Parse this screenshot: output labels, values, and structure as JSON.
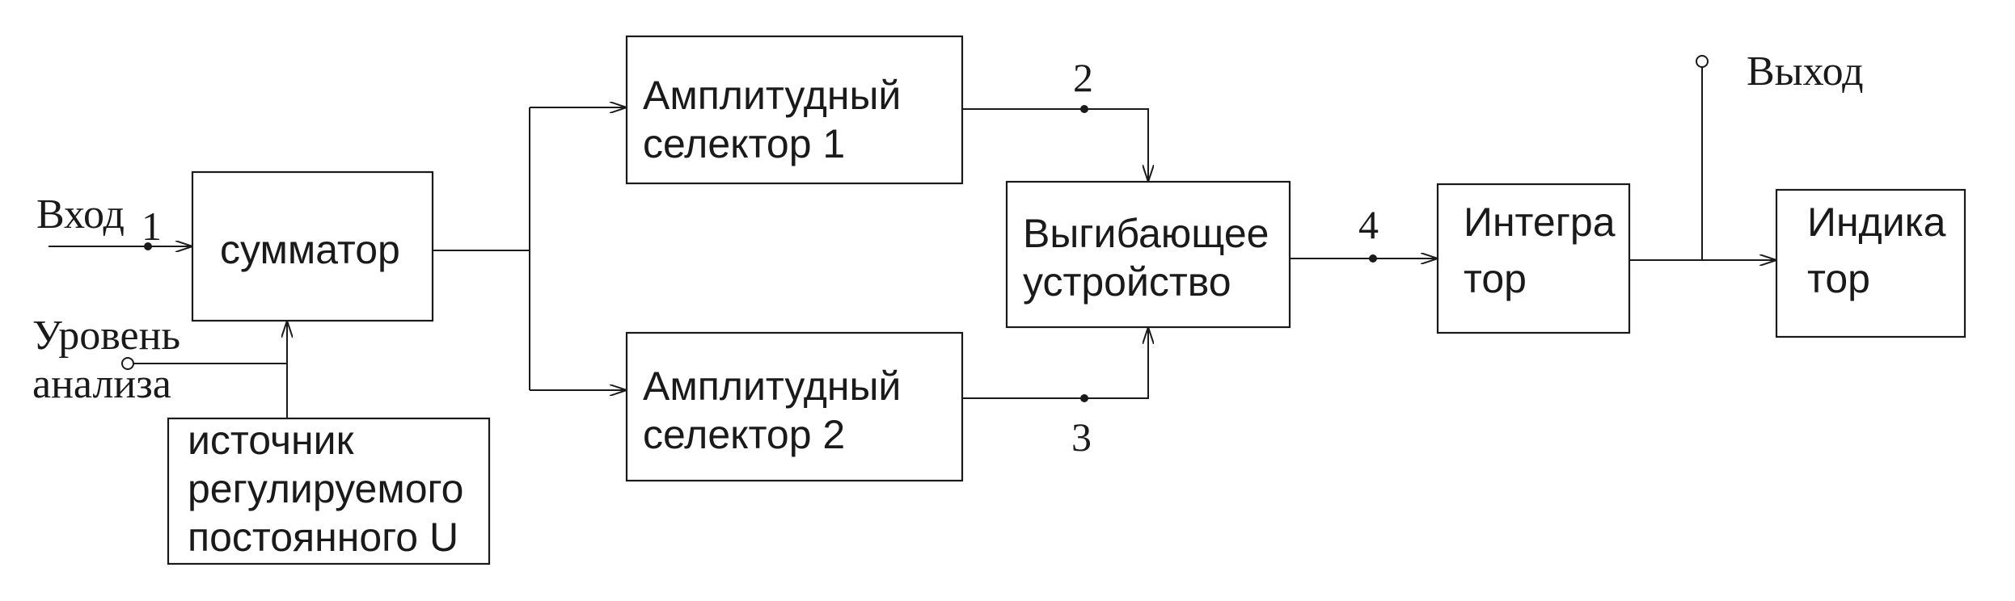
{
  "blocks": {
    "summator": "сумматор",
    "selector1": {
      "line1": "Амплитудный",
      "line2": "селектор 1"
    },
    "selector2": {
      "line1": "Амплитудный",
      "line2": "селектор 2"
    },
    "bending": {
      "line1": "Выгибающее",
      "line2": "устройство"
    },
    "integrator": {
      "line1": "Интегра",
      "line2": "тор"
    },
    "indicator": {
      "line1": "Индика",
      "line2": "тор"
    },
    "source": {
      "line1": "источник",
      "line2": "регулируемого",
      "line3": "постоянного U"
    }
  },
  "labels": {
    "input": "Вход",
    "level_line1": "Уровень",
    "level_line2": "анализа",
    "output": "Выход"
  },
  "points": {
    "p1": "1",
    "p2": "2",
    "p3": "3",
    "p4": "4"
  }
}
